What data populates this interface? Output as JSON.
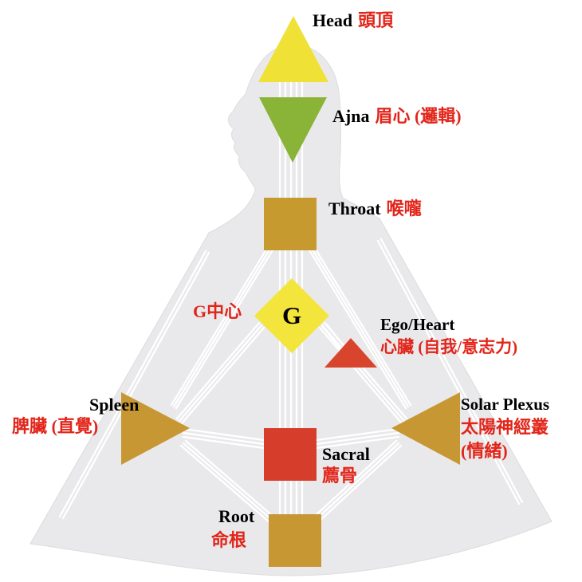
{
  "colors": {
    "head": "#efe135",
    "ajna": "#8ab437",
    "throat": "#c69a2f",
    "g": "#f4e53c",
    "ego": "#d9452c",
    "spleen": "#c79734",
    "solar_plexus": "#c79734",
    "sacral": "#d63e2b",
    "root": "#c79734",
    "label_english": "#000000",
    "label_chinese": "#e2251a",
    "silhouette": "#e9e9eb",
    "channel": "#ffffff"
  },
  "centers": {
    "head": {
      "en": "Head",
      "zh": "頭頂"
    },
    "ajna": {
      "en": "Ajna",
      "zh": "眉心 (邏輯)"
    },
    "throat": {
      "en": "Throat",
      "zh": "喉嚨"
    },
    "g": {
      "glyph": "G",
      "zh": "G中心"
    },
    "ego": {
      "en": "Ego/Heart",
      "zh": "心臟 (自我/意志力)"
    },
    "spleen": {
      "en": "Spleen",
      "zh": "脾臟 (直覺)"
    },
    "solar_plexus": {
      "en": "Solar Plexus",
      "zh_line1": "太陽神經叢",
      "zh_line2": "(情緒)"
    },
    "sacral": {
      "en": "Sacral",
      "zh": "薦骨"
    },
    "root": {
      "en": "Root",
      "zh": "命根"
    }
  }
}
